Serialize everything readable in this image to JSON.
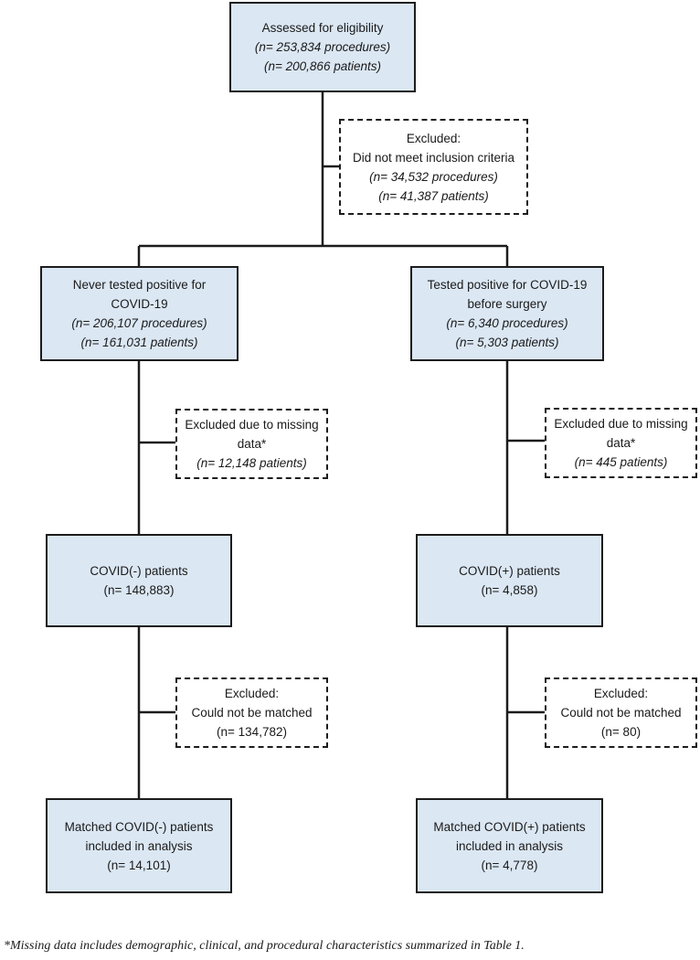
{
  "assessed": {
    "title": "Assessed for eligibility",
    "procedures": "(n= 253,834 procedures)",
    "patients": "(n= 200,866 patients)"
  },
  "excluded_inclusion": {
    "title": "Excluded:",
    "reason": "Did not meet inclusion criteria",
    "procedures": "(n= 34,532 procedures)",
    "patients": "(n= 41,387 patients)"
  },
  "never_positive": {
    "title_line1": "Never tested positive for",
    "title_line2": "COVID-19",
    "procedures": "(n= 206,107 procedures)",
    "patients": "(n= 161,031 patients)"
  },
  "tested_positive": {
    "title_line1": "Tested positive for COVID-19",
    "title_line2": "before surgery",
    "procedures": "(n= 6,340 procedures)",
    "patients": "(n= 5,303 patients)"
  },
  "excluded_missing_left": {
    "line1": "Excluded due to missing",
    "line2": "data*",
    "patients": "(n= 12,148 patients)"
  },
  "excluded_missing_right": {
    "line1": "Excluded due to missing",
    "line2": "data*",
    "patients": "(n= 445 patients)"
  },
  "covid_neg": {
    "title": "COVID(-) patients",
    "count": "(n= 148,883)"
  },
  "covid_pos": {
    "title": "COVID(+) patients",
    "count": "(n= 4,858)"
  },
  "unmatched_left": {
    "title": "Excluded:",
    "reason": "Could not be matched",
    "count": "(n= 134,782)"
  },
  "unmatched_right": {
    "title": "Excluded:",
    "reason": "Could not be matched",
    "count": "(n= 80)"
  },
  "matched_neg": {
    "line1": "Matched COVID(-) patients",
    "line2": "included in analysis",
    "count": "(n= 14,101)"
  },
  "matched_pos": {
    "line1": "Matched COVID(+) patients",
    "line2": "included in analysis",
    "count": "(n= 4,778)"
  },
  "footnote": "*Missing data includes demographic, clinical, and procedural characteristics summarized in Table 1."
}
